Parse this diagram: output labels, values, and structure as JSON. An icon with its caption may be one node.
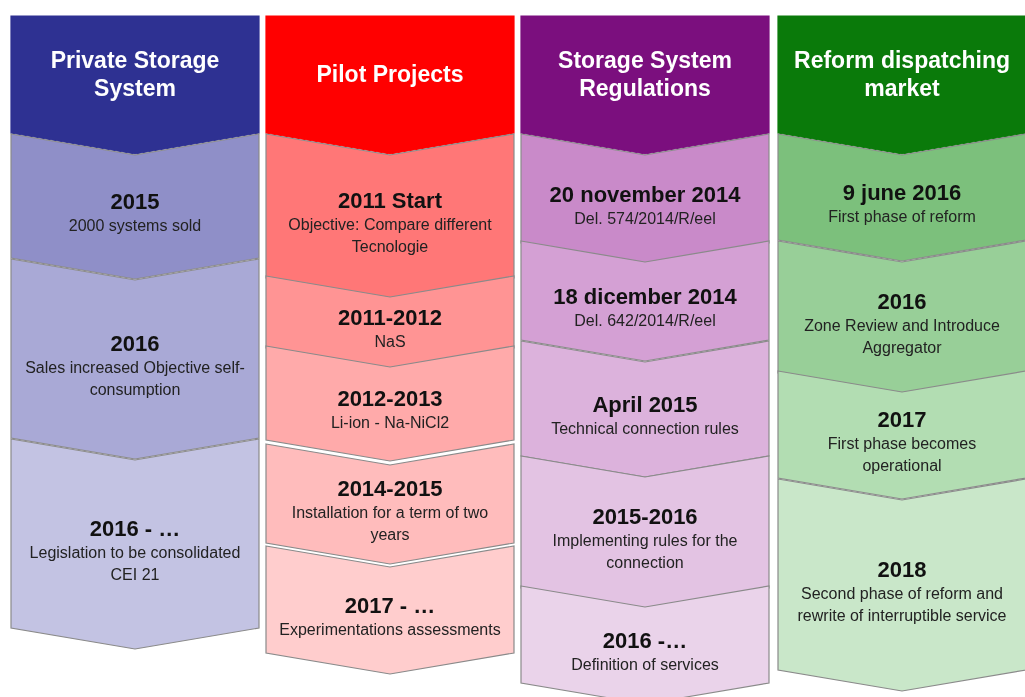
{
  "diagram": {
    "nodes": [
      {
        "text": [
          "Private Storage System"
        ]
      },
      {
        "text": [
          "2015",
          "2000 systems sold"
        ]
      },
      {
        "text": [
          "2016",
          "Sales increased Objective self-consumption"
        ]
      },
      {
        "text": [
          "2016 - …",
          "Legislation to be consolidated CEI 21"
        ]
      },
      {
        "text": [
          "Pilot Projects"
        ]
      },
      {
        "text": [
          "2011 Start",
          "Objective: Compare different Tecnologie"
        ]
      },
      {
        "text": [
          "2011-2012",
          "NaS"
        ]
      },
      {
        "text": [
          "2012-2013",
          "Li-ion - Na-NiCl2"
        ]
      },
      {
        "text": [
          "2014-2015",
          "Installation for a term of two years"
        ]
      },
      {
        "text": [
          "2017 - …",
          "Experimentations assessments"
        ]
      },
      {
        "text": [
          "Storage System Regulations"
        ]
      },
      {
        "text": [
          "20 november 2014",
          "Del. 574/2014/R/eel"
        ]
      },
      {
        "text": [
          "18 dicember 2014",
          "Del. 642/2014/R/eel"
        ]
      },
      {
        "text": [
          "April 2015",
          "Technical connection rules"
        ]
      },
      {
        "text": [
          "2015-2016",
          "Implementing rules for the connection"
        ]
      },
      {
        "text": [
          "2016 -…",
          "Definition of services"
        ]
      },
      {
        "text": [
          "Reform dispatching market"
        ]
      },
      {
        "text": [
          "9 june 2016",
          "First phase of reform"
        ]
      },
      {
        "text": [
          "2016",
          "Zone Review and Introduce Aggregator"
        ]
      },
      {
        "text": [
          "2017",
          "First phase becomes operational"
        ]
      },
      {
        "text": [
          "2018",
          "Second phase of reform and rewrite of interruptible service"
        ]
      }
    ]
  }
}
